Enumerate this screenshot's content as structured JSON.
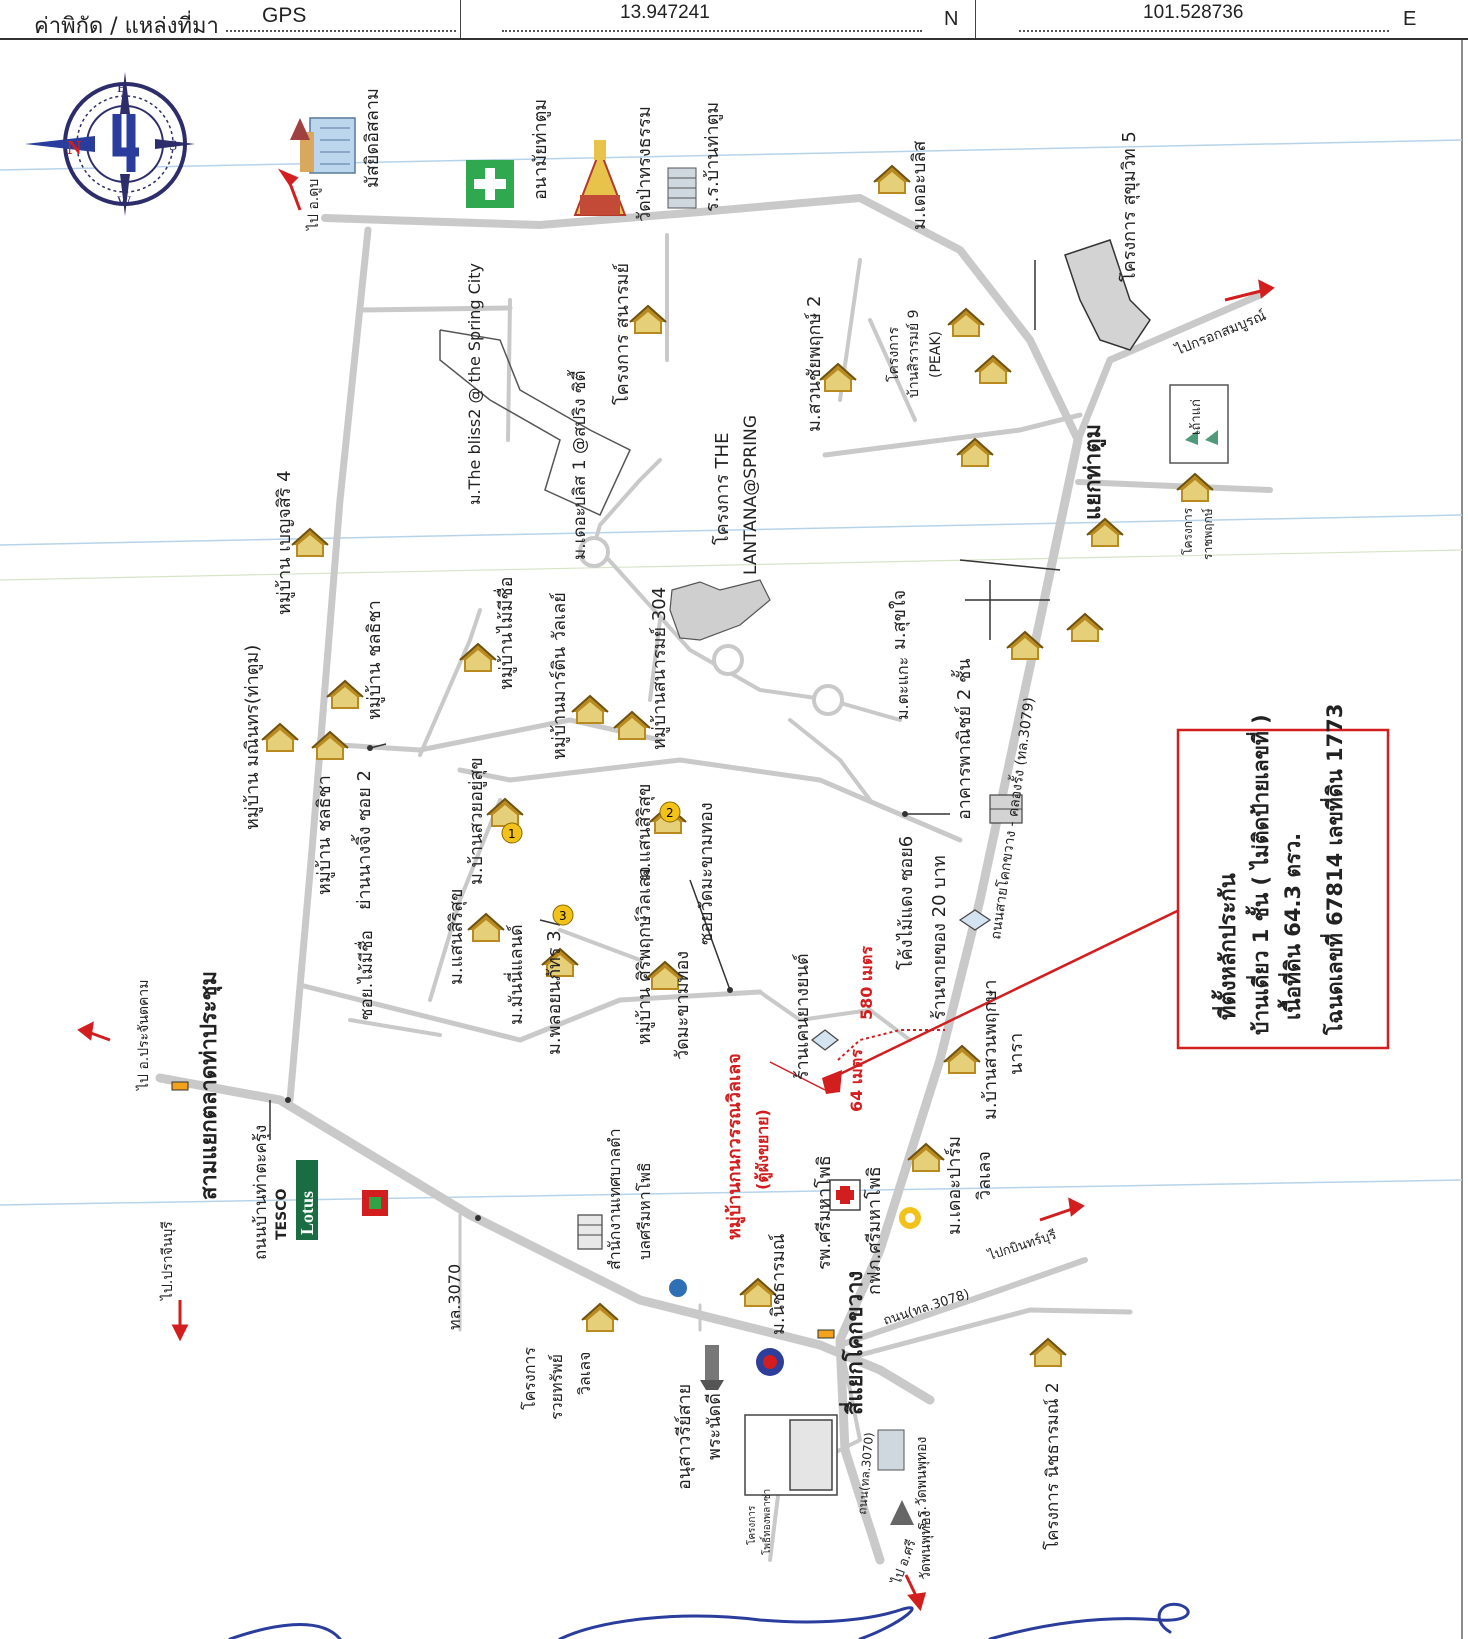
{
  "header": {
    "label": "ค่าพิกัด / แหล่งที่มา",
    "source": "GPS",
    "lat": "13.947241",
    "lat_suffix": "N",
    "lng": "101.528736",
    "lng_suffix": "E"
  },
  "compass": {
    "n": "N",
    "e": "E",
    "s": "S",
    "w": "W"
  },
  "labels": {
    "mosque": "มัสยิดอิสลาม",
    "health": "อนามัยท่าตูม",
    "wat_pa": "วัดป่าทรงธรรม",
    "school_thatum": "ร.ร.บ้านท่าตูม",
    "decharat_top": "ม.เดอะบลิส",
    "sukhumvit5": "โครงการ สุขุมวิท 5",
    "to_ubon": "ไป อ.ดูบ",
    "to_klongsomboon": "ไปกรอกสมบูรณ์",
    "sanarom": "โครงการ สนารมย์",
    "suanchai": "ม.สวนชัยพฤกษ์ 2",
    "banrak9_a": "โครงการ",
    "banrak9_b": "บ้านสิรารมย์ 9",
    "banrak9_c": "(PEAK)",
    "bliss2": "ม.The bliss2 @ the Spring City",
    "bliss1": "ม.เดอะบลิส 1 @สปริง ซิตี้",
    "lantana_a": "โครงการ THE",
    "lantana_b": "LANTANA@SPRING",
    "thatum_junction": "แยกท่าตูม",
    "kaitai": "เถ้าแก่",
    "ratprueksa_a": "โครงการ",
    "ratprueksa_b": "ราชพฤกษ์",
    "benjasiri4": "หมู่บ้าน เบญจสิริ 4",
    "maimichue_north": "หมู่บ้านไม้มีชื่อ",
    "martin": "หมู่บ้านมาร์ติน วัลเลย์",
    "sanarom304": "หมู่บ้านสนารมย์ 304",
    "mansuk": "ม.สุขใจ",
    "tankpak": "ม.ตะแกะ",
    "manintorn": "หมู่บ้าน มณินทร(ท่าตูม)",
    "chollada_north": "หมู่บ้าน ชลธิชา",
    "chollada": "หมู่บ้าน ชลธิชา",
    "yannangying": "ย่านนางจิ้ง ซอย 2",
    "suayyuusuk": "ม.บ้านสวยอยู่สุข",
    "sansirisuk": "ม.แสนสิริสุข",
    "sansirisuk_b": "ม.แสนสิริสุข",
    "wat_makham": "ซอยวัดมะขามทอง",
    "building_2floor": "อาคารพาณิชย์ 2 ชั้น",
    "road3079": "ถนนสายโคกขวาง - คลองรั้ง (ทล.3079)",
    "khongmaideng": "โค้งไม้แดง ซอย6",
    "shop20": "ร้านขายของ 20 บาท",
    "soi_maimichue": "ซอย.ไม้มีชื่อ",
    "mannian": "ม.มันนี่แลนด์",
    "parkyon3": "ม.พลอยนภัทร 3",
    "sriprueksa": "หมู่บ้าน ศิริพฤกษ์วิลเลจ",
    "wat_makhamthong": "วัดมะขามทอง",
    "shop_car": "ร้านเคนยางยนต์",
    "dist580": "580 เมตร",
    "dist64": "64 เมตร",
    "suanprueksa": "ม.บ้านสวนพฤกษา",
    "nara": "นารา",
    "sam_yaek": "สามแยกตลาดท่าประชุม",
    "to_prachantakham": "ไป อ.ประจันตคาม",
    "to_prachinburi": "ไป.ปราจีนบุรี",
    "tesco": "TESCO",
    "lotus": "Lotus",
    "road_thakrachao": "ถนนบ้านท่าตะครุ้ง",
    "municipal_a": "สำนักงานเทศบาลตำ",
    "municipal_b": "บลศรีมหาโพธิ",
    "project_name": "หมู่บ้านกนกวรรณวิลเลจ",
    "project_sub": "(ตู้ผังขยาย)",
    "hosp_srimaha": "รพ.ศรีมหาโพธิ",
    "pea_srimaha": "กฟภ.ศรีมหาโพธิ",
    "decharat_village": "ม.เดอะปาร์ม",
    "village_b": "วิลเลจ",
    "road3070": "ทล.3070",
    "nicharom": "ม.นิชธารมณ์",
    "khokkhwang": "สี่แยกโคกขวาง",
    "road3078": "ถนน(ทล.3078)",
    "to_prachan2": "ไปกบินทร์บุรี",
    "rhaisap_a": "โครงการ",
    "rhaisap_b": "รวยทรัพย์",
    "rhaisap_c": "วิลเลจ",
    "monument_a": "อนุสาวรีย์สาย",
    "monument_b": "พระนัดดี",
    "road3070b": "ถนน(ทล.3070)",
    "school_watphu": "ร.ร.วัดพนพุทอง",
    "wat_phu": "วัดพนพุทอง",
    "to_bottom": "ไป อ.ศรี",
    "nichrom2": "โครงการ นิชธารมณ์ 2",
    "project_box": "โครงการ",
    "project_box2": "โพธิ์ทองพลาซ่า"
  },
  "infobox": {
    "title": "ที่ตั้งหลักประกัน",
    "line1": "บ้านเดี่ยว 1 ชั้น ( ไม่ติดป้ายเลขที่ )",
    "line2": "เนื้อที่ดิน 64.3 ตรว.",
    "line3": "โฉนดเลขที่ 67814 เลขที่ดิน 1773"
  },
  "badges": [
    "1",
    "2",
    "3"
  ],
  "colors": {
    "road": "#c9c9c9",
    "house": "#b98a1f",
    "red": "#d21e1e",
    "gold": "#f2c21b"
  }
}
